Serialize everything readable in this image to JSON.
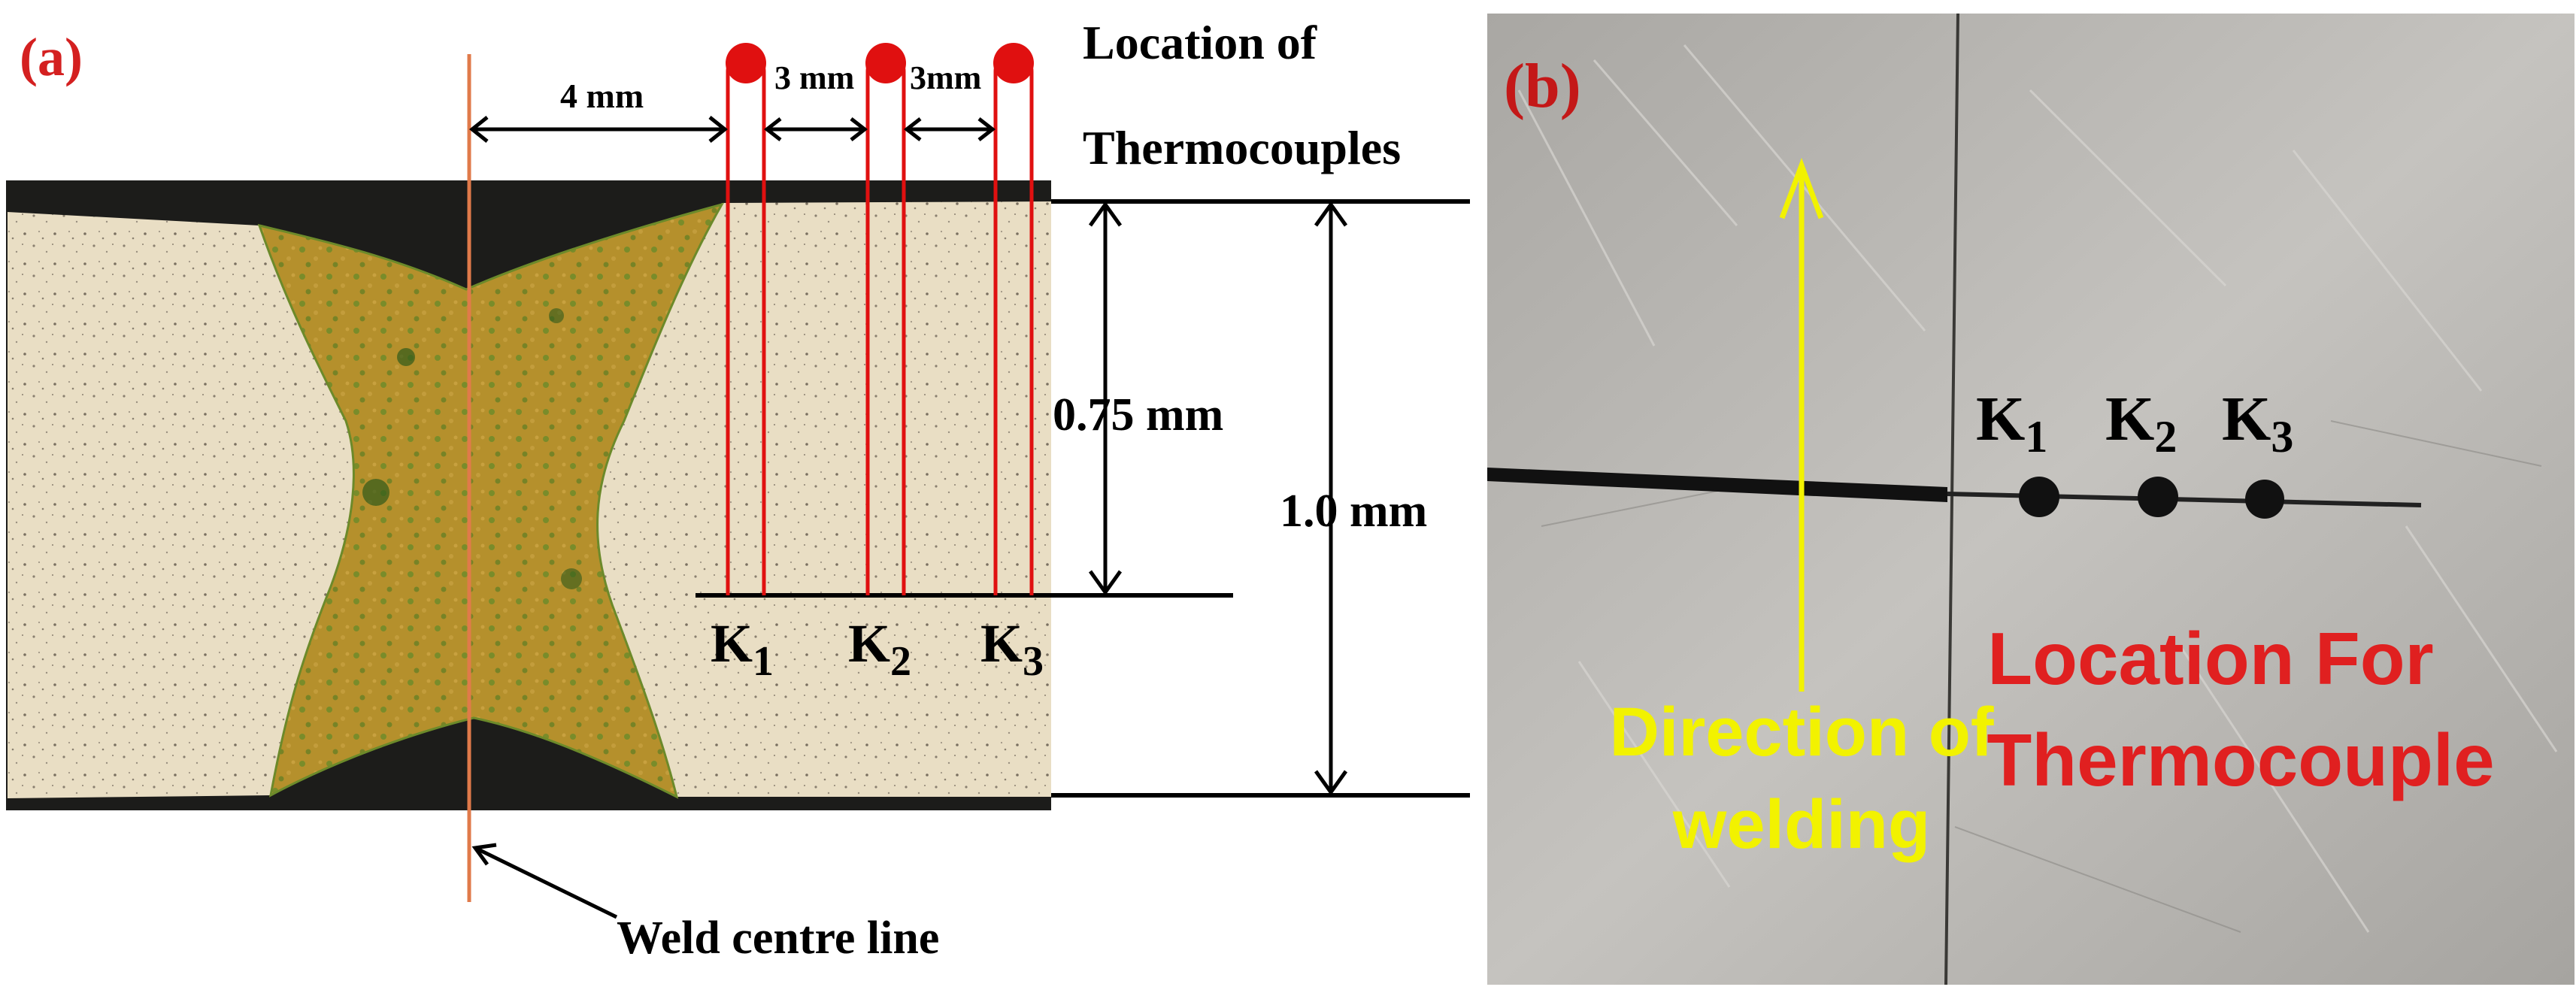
{
  "panel_a": {
    "label": "(a)",
    "dim_4mm": "4 mm",
    "dim_3mm_a": "3 mm",
    "dim_3mm_b": "3mm",
    "thermo_title_line1": "Location of",
    "thermo_title_line2": "Thermocouples",
    "depth_075": "0.75 mm",
    "thickness_10": "1.0 mm",
    "k1_letter": "K",
    "k1_sub": "1",
    "k2_letter": "K",
    "k2_sub": "2",
    "k3_letter": "K",
    "k3_sub": "3",
    "weld_centre_label": "Weld centre line"
  },
  "panel_b": {
    "label": "(b)",
    "k1_letter": "K",
    "k1_sub": "1",
    "k2_letter": "K",
    "k2_sub": "2",
    "k3_letter": "K",
    "k3_sub": "3",
    "direction_line1": "Direction of",
    "direction_line2": "welding",
    "location_line1": "Location For",
    "location_line2": "Thermocouple"
  },
  "colors": {
    "thermocouple_red": "#e01010",
    "label_red": "#e02020",
    "arrow_yellow": "#f2f200",
    "base_metal": "#e8dcc0",
    "weld_metal": "#b8902a"
  }
}
